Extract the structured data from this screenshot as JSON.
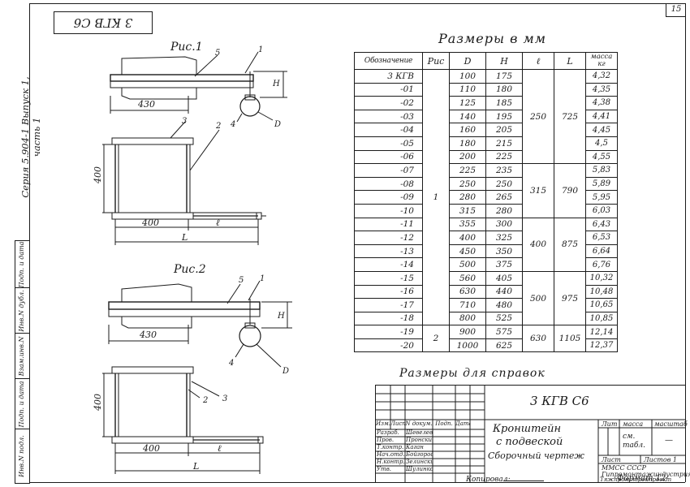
{
  "sheet": {
    "page_number": "15",
    "doc_code_box": "3 КГВ С6",
    "margin_label": "Серия 5.904-1  Выпуск 1, часть 1",
    "fig1_label": "Рис.1",
    "fig2_label": "Рис.2",
    "sizes_title": "Размеры в мм",
    "reference_note": "Размеры для справок",
    "copied_label": "Копировал:",
    "format_label": "Формат 12"
  },
  "side_stamp": [
    "Инв.N подл.",
    "Подп. и дата",
    "Взам.инв.N",
    "Инв.N дубл.",
    "Подп. и дата"
  ],
  "dims": {
    "fig1": {
      "len430": "430",
      "len400": "400",
      "h400": "400",
      "e": "ℓ",
      "L": "L",
      "H": "H",
      "D": "D",
      "n5": "5",
      "n1": "1",
      "n3": "3",
      "n2": "2",
      "n4": "4"
    },
    "fig2": {
      "len430": "430",
      "len400": "400",
      "h400": "400",
      "e": "ℓ",
      "L": "L",
      "H": "H",
      "D": "D",
      "n5": "5",
      "n1": "1",
      "n3": "3",
      "n2": "2",
      "n4": "4"
    }
  },
  "table": {
    "headers": [
      "Обозначение",
      "Рис",
      "D",
      "H",
      "ℓ",
      "L",
      "масса кг"
    ],
    "rows": [
      {
        "des": "3 КГВ",
        "d": "100",
        "h": "175",
        "m": "4,32"
      },
      {
        "des": "-01",
        "d": "110",
        "h": "180",
        "m": "4,35"
      },
      {
        "des": "-02",
        "d": "125",
        "h": "185",
        "m": "4,38"
      },
      {
        "des": "-03",
        "d": "140",
        "h": "195",
        "m": "4,41"
      },
      {
        "des": "-04",
        "d": "160",
        "h": "205",
        "m": "4,45"
      },
      {
        "des": "-05",
        "d": "180",
        "h": "215",
        "m": "4,5"
      },
      {
        "des": "-06",
        "d": "200",
        "h": "225",
        "m": "4,55"
      },
      {
        "des": "-07",
        "d": "225",
        "h": "235",
        "m": "5,83"
      },
      {
        "des": "-08",
        "d": "250",
        "h": "250",
        "m": "5,89"
      },
      {
        "des": "-09",
        "d": "280",
        "h": "265",
        "m": "5,95"
      },
      {
        "des": "-10",
        "d": "315",
        "h": "280",
        "m": "6,03"
      },
      {
        "des": "-11",
        "d": "355",
        "h": "300",
        "m": "6,43"
      },
      {
        "des": "-12",
        "d": "400",
        "h": "325",
        "m": "6,53"
      },
      {
        "des": "-13",
        "d": "450",
        "h": "350",
        "m": "6,64"
      },
      {
        "des": "-14",
        "d": "500",
        "h": "375",
        "m": "6,76"
      },
      {
        "des": "-15",
        "d": "560",
        "h": "405",
        "m": "10,32"
      },
      {
        "des": "-16",
        "d": "630",
        "h": "440",
        "m": "10,48"
      },
      {
        "des": "-17",
        "d": "710",
        "h": "480",
        "m": "10,65"
      },
      {
        "des": "-18",
        "d": "800",
        "h": "525",
        "m": "10,85"
      },
      {
        "des": "-19",
        "d": "900",
        "h": "575",
        "m": "12,14"
      },
      {
        "des": "-20",
        "d": "1000",
        "h": "625",
        "m": "12,37"
      }
    ],
    "ris_groups": [
      {
        "span": 19,
        "value": "1"
      },
      {
        "span": 2,
        "value": "2"
      }
    ],
    "l_groups": [
      {
        "span": 7,
        "l": "250",
        "L": "725"
      },
      {
        "span": 4,
        "l": "315",
        "L": "790"
      },
      {
        "span": 4,
        "l": "400",
        "L": "875"
      },
      {
        "span": 4,
        "l": "500",
        "L": "975"
      },
      {
        "span": 2,
        "l": "630",
        "L": "1105"
      }
    ]
  },
  "title_block": {
    "code": "3 КГВ  С6",
    "name_line1": "Кронштейн",
    "name_line2": "с подвеской",
    "name_line3": "Сборочный чертеж",
    "col_lit": "Лит",
    "col_mass": "масса",
    "col_scale": "масштаб",
    "mass_value": "см. табл.",
    "scale_value": "—",
    "sheet_label": "Лист",
    "sheets_label": "Листов 1",
    "org_line1": "ММСС СССР",
    "org_line2": "Гипромонтажиндустрия",
    "org_line3": "Тяжпромстройпроект",
    "head_row": [
      "Изм.",
      "Лист",
      "N докум.",
      "Подп.",
      "Дата"
    ],
    "people": [
      {
        "role": "Разраб.",
        "name": "Шевелева"
      },
      {
        "role": "Пров.",
        "name": "Пронский"
      },
      {
        "role": "Т.контр.",
        "name": "Каган"
      },
      {
        "role": "Нач.отд.",
        "name": "Бойгородчук"
      },
      {
        "role": "Н.контр.",
        "name": "Зелинский"
      },
      {
        "role": "Утв.",
        "name": "Шулинков"
      }
    ]
  }
}
